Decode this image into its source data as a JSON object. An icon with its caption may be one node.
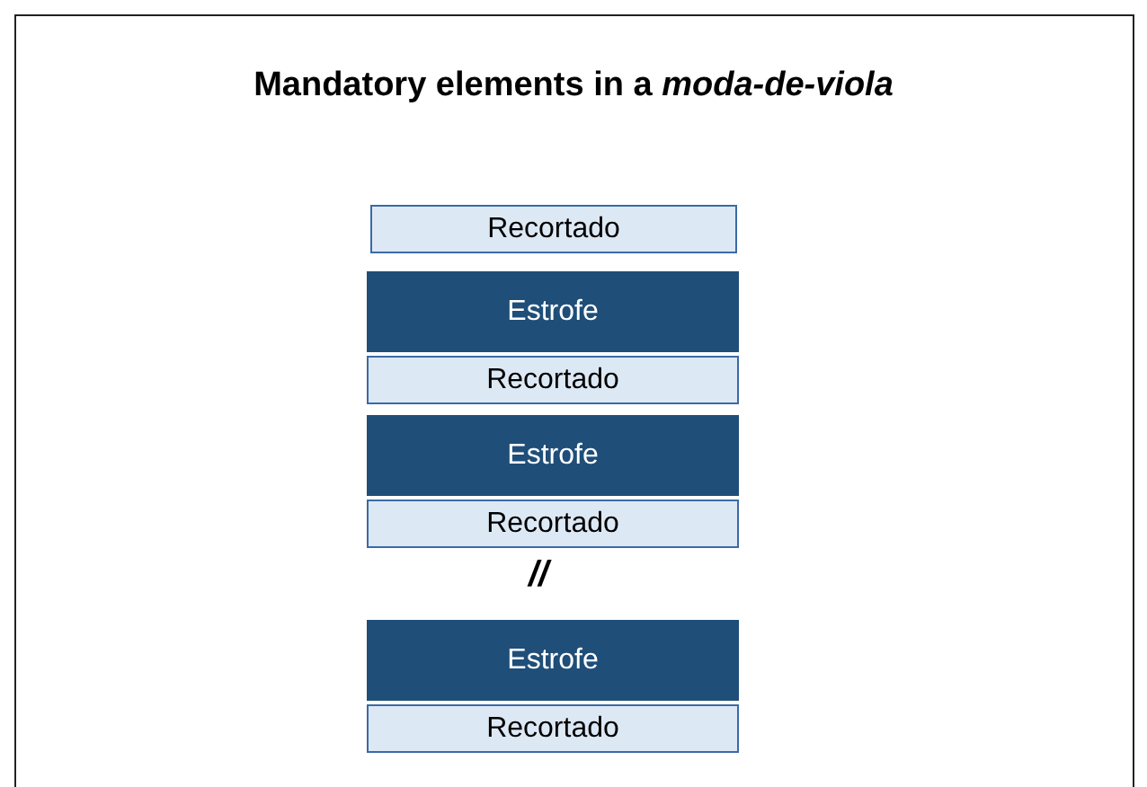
{
  "diagram": {
    "title": "Mandatory elements in a *moda-de-viola*",
    "nodes": [
      {
        "text": [
          "Recortado"
        ]
      },
      {
        "text": [
          "Estrofe"
        ]
      },
      {
        "text": [
          "Recortado"
        ]
      },
      {
        "text": [
          "Estrofe"
        ]
      },
      {
        "text": [
          "Recortado"
        ]
      },
      {
        "text": [
          "Estrofe"
        ]
      },
      {
        "text": [
          "Recortado"
        ]
      }
    ],
    "labels": [
      "//"
    ]
  }
}
